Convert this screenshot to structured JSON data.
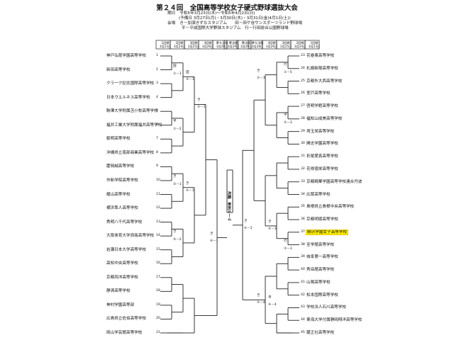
{
  "title": "第２４回　全国高等学校女子硬式野球選抜大会",
  "info": {
    "period_label": "期日",
    "period": "令和5年3月23日(木)～令和5年4月2日(日)",
    "reserve": "(予備日 3月27日(月)・3月30日(木)・3月31日(金)4月1日(土))",
    "venue_label": "会場",
    "venue1": "き－加須きずなスタジアム　　田－田ケ谷サンスポーツランド野球場",
    "venue2": "平－平成国際大学野球スタジアム　行－行田総合公園野球場"
  },
  "round_headers_left": [
    {
      "r": "1回戦",
      "d": "3月23日"
    },
    {
      "r": "2回戦",
      "d": "3月24日"
    },
    {
      "r": "3回戦",
      "d": "3月25日"
    },
    {
      "r": "4回戦",
      "d": "3月26日"
    },
    {
      "r": "準々決勝",
      "d": "3月28日"
    },
    {
      "r": "準決勝",
      "d": "3月29日"
    }
  ],
  "round_headers_right": [
    {
      "r": "準決勝",
      "d": "3月29日"
    },
    {
      "r": "準々決勝",
      "d": "3月28日"
    },
    {
      "r": "4回戦",
      "d": "3月26日"
    },
    {
      "r": "3回戦",
      "d": "3月25日"
    },
    {
      "r": "2回戦",
      "d": "3月24日"
    },
    {
      "r": "1回戦",
      "d": "3月23日"
    }
  ],
  "final_label": "決勝　東京ドーム",
  "left_teams": [
    {
      "n": "1",
      "name": "神戸弘陵学園高等学校"
    },
    {
      "n": "2",
      "name": "新田高等学校"
    },
    {
      "n": "3",
      "name": "クラーク記念国際高等学校"
    },
    {
      "n": "4",
      "name": "日本ウエルネス高等学校"
    },
    {
      "n": "5",
      "name": "駒澤大学附属苫小牧高等学校"
    },
    {
      "n": "6",
      "name": "福井工業大学附属福井高等学校"
    },
    {
      "n": "7",
      "name": "叡明高等学校"
    },
    {
      "n": "8",
      "name": "沖縄県立南部商業高等学校"
    },
    {
      "n": "9",
      "name": "慶岡誠高等学校"
    },
    {
      "n": "10",
      "name": "作新学院高等学校"
    },
    {
      "n": "11",
      "name": "耀山高等学校"
    },
    {
      "n": "12",
      "name": "横浜隼人高等学校"
    },
    {
      "n": "13",
      "name": "秀明八千代高等学校"
    },
    {
      "n": "14",
      "name": "大阪体育大学浪商高等学校"
    },
    {
      "n": "15",
      "name": "岩瀬日本大学高等学校"
    },
    {
      "n": "16",
      "name": "高知中央高等学校"
    },
    {
      "n": "17",
      "name": "京都両洋高等学校"
    },
    {
      "n": "18",
      "name": "静清高等学校"
    },
    {
      "n": "19",
      "name": "神村学園高等部"
    },
    {
      "n": "20",
      "name": "広島県立佐伯高等学校"
    },
    {
      "n": "21",
      "name": "岡山学芸館高等学校"
    }
  ],
  "right_teams": [
    {
      "n": "23",
      "name": "花巻東高等学校"
    },
    {
      "n": "24",
      "name": "札幌新陽高等学校"
    },
    {
      "n": "25",
      "name": "京都外大西高等学校"
    },
    {
      "n": "26",
      "name": "室戸高等学校"
    },
    {
      "n": "27",
      "name": "啓明学館高等学校"
    },
    {
      "n": "28",
      "name": "福知山成美高等学校"
    },
    {
      "n": "29",
      "name": "埼玉栄高等学校"
    },
    {
      "n": "30",
      "name": "開志学園高等学校"
    },
    {
      "n": "31",
      "name": "折尾愛真高等学校"
    },
    {
      "n": "32",
      "name": "花咲徳栄高等学校"
    },
    {
      "n": "33",
      "name": "京都精華学園高等学校連合丹波"
    },
    {
      "n": "34",
      "name": "広陵高等学校"
    },
    {
      "n": "35",
      "name": "島根県立島根中央高等学校"
    },
    {
      "n": "36",
      "name": "京都明徳高等学校"
    },
    {
      "n": "37",
      "name": "駒沢学園女子高等学校",
      "hl": true
    },
    {
      "n": "38",
      "name": "至学館高等学校"
    },
    {
      "n": "39",
      "name": "岐阜第一高等学校"
    },
    {
      "n": "40",
      "name": "秀岳館高等学校"
    },
    {
      "n": "41",
      "name": "山陽高等学校"
    },
    {
      "n": "42",
      "name": "松本国際高等学校"
    },
    {
      "n": "43",
      "name": "学校法人石川高等学校"
    },
    {
      "n": "44",
      "name": "東海大学付属静岡翔洋高等学校"
    },
    {
      "n": "45",
      "name": "躍正社高等学校"
    }
  ],
  "match_labels": {
    "l1": "田",
    "l2": "①－1",
    "l3": "平",
    "l4": "①－2",
    "l5": "き",
    "l6": "②－1",
    "l7": "き",
    "l8": "②－2",
    "l9": "田",
    "l10": "③－1",
    "l11": "き",
    "l12": "④－1",
    "l13": "き",
    "l14": "⑤－1",
    "l15": "き",
    "l16": "⑥－1",
    "r1": "行",
    "r2": "①－5",
    "r3": "平",
    "r4": "②－3",
    "r5": "き",
    "r6": "⑤－3",
    "r7": "き",
    "r8": "⑥－2",
    "r9": "行",
    "r10": "③－3",
    "r11": "き",
    "r12": "④－3",
    "r13": "き",
    "r14": "⑤－4",
    "r15": "平",
    "r16": "④－4"
  }
}
